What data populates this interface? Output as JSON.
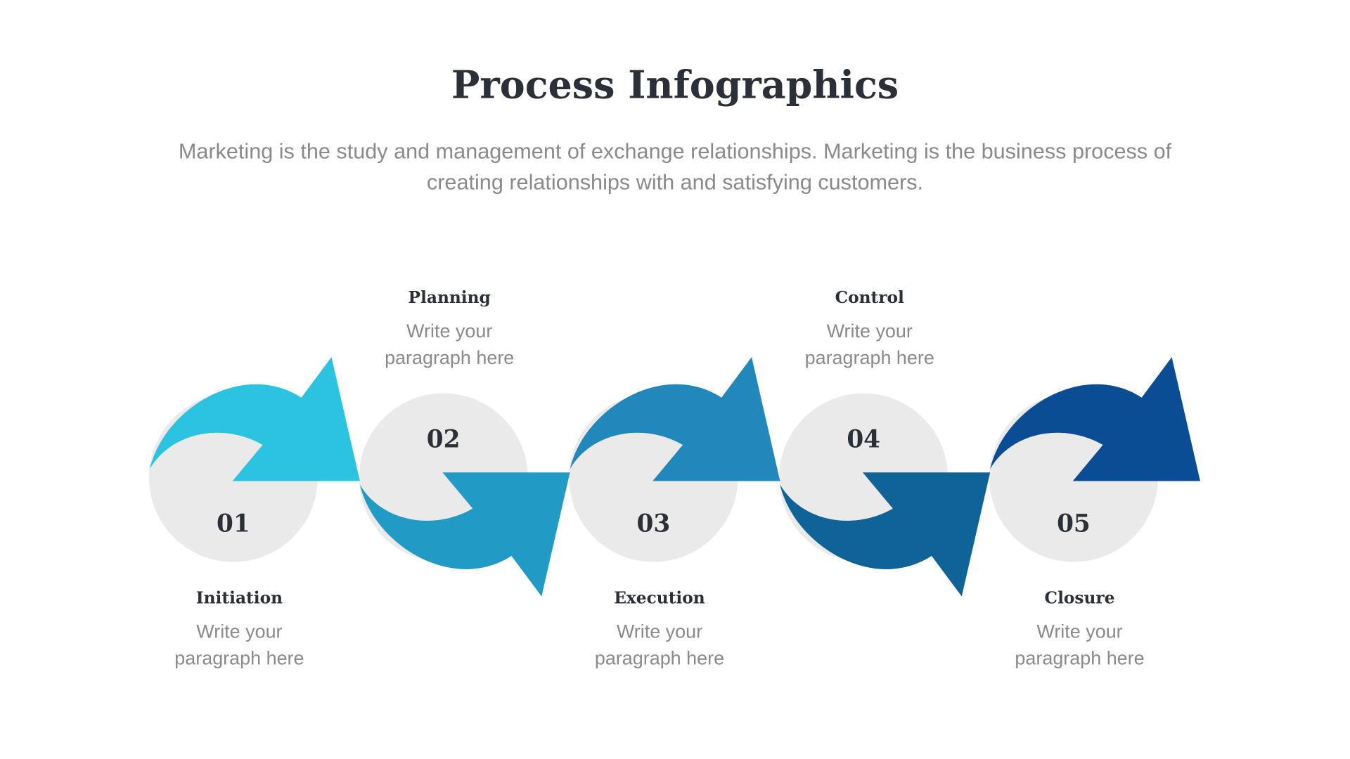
{
  "title": "Process Infographics",
  "subtitle": "Marketing is the study and management of exchange relationships. Marketing is the business process of creating relationships with and satisfying customers.",
  "steps": [
    {
      "number": "01",
      "label": "Initiation",
      "text": "Write your paragraph here",
      "color": "#2BC3DF"
    },
    {
      "number": "02",
      "label": "Planning",
      "text": "Write your paragraph here",
      "color": "#219AC6"
    },
    {
      "number": "03",
      "label": "Execution",
      "text": "Write your paragraph here",
      "color": "#2288BB"
    },
    {
      "number": "04",
      "label": "Control",
      "text": "Write your paragraph here",
      "color": "#0F6397"
    },
    {
      "number": "05",
      "label": "Closure",
      "text": "Write your paragraph here",
      "color": "#0B4D94"
    }
  ]
}
